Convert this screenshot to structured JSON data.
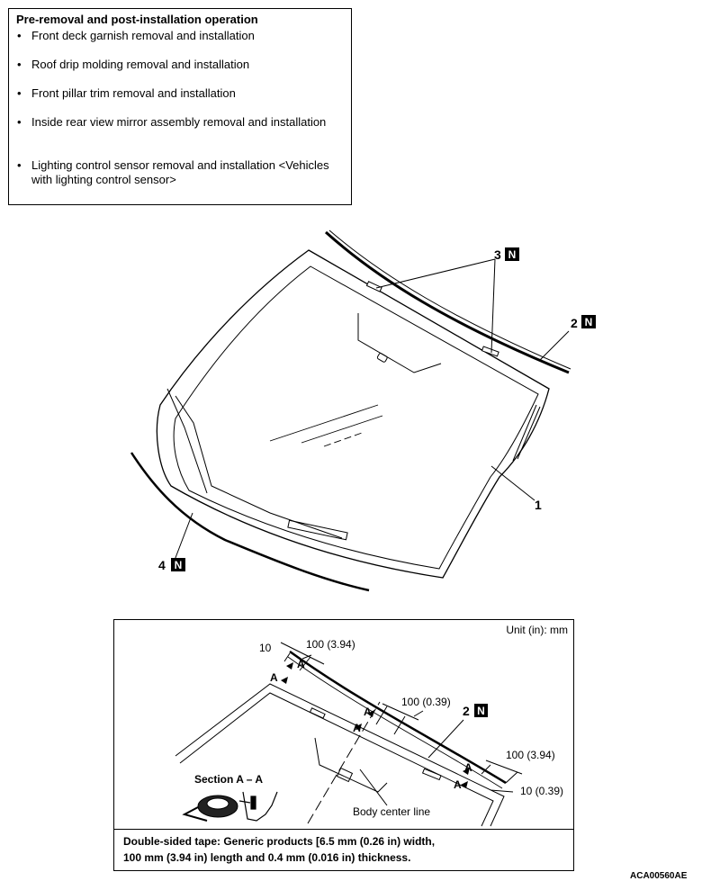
{
  "operations": {
    "heading": "Pre-removal and post-installation operation",
    "items": [
      "Front deck garnish removal and installation",
      "Roof drip molding removal and installation",
      "Front pillar trim removal and installation",
      "Inside rear view mirror assembly removal and installation",
      "Lighting control sensor removal and installation <Vehicles with lighting control sensor>"
    ]
  },
  "callouts": {
    "part1": "1",
    "part2": "2",
    "part3": "3",
    "part4": "4",
    "new_part_mark": "N"
  },
  "detail": {
    "unit": "Unit (in): mm",
    "dim_top_left": "10",
    "dim_top_span": "100 (3.94)",
    "dim_middle": "100 (0.39)",
    "dim_right_span": "100 (3.94)",
    "dim_right_bottom": "10 (0.39)",
    "section_mark": "A",
    "section_label": "Section A – A",
    "body_center_line": "Body center line",
    "part_label": "2",
    "note_line1": "Double-sided tape: Generic products [6.5 mm (0.26 in) width,",
    "note_line2": "100 mm (3.94 in) length and 0.4 mm (0.016 in) thickness."
  },
  "figure_code": "ACA00560AE"
}
